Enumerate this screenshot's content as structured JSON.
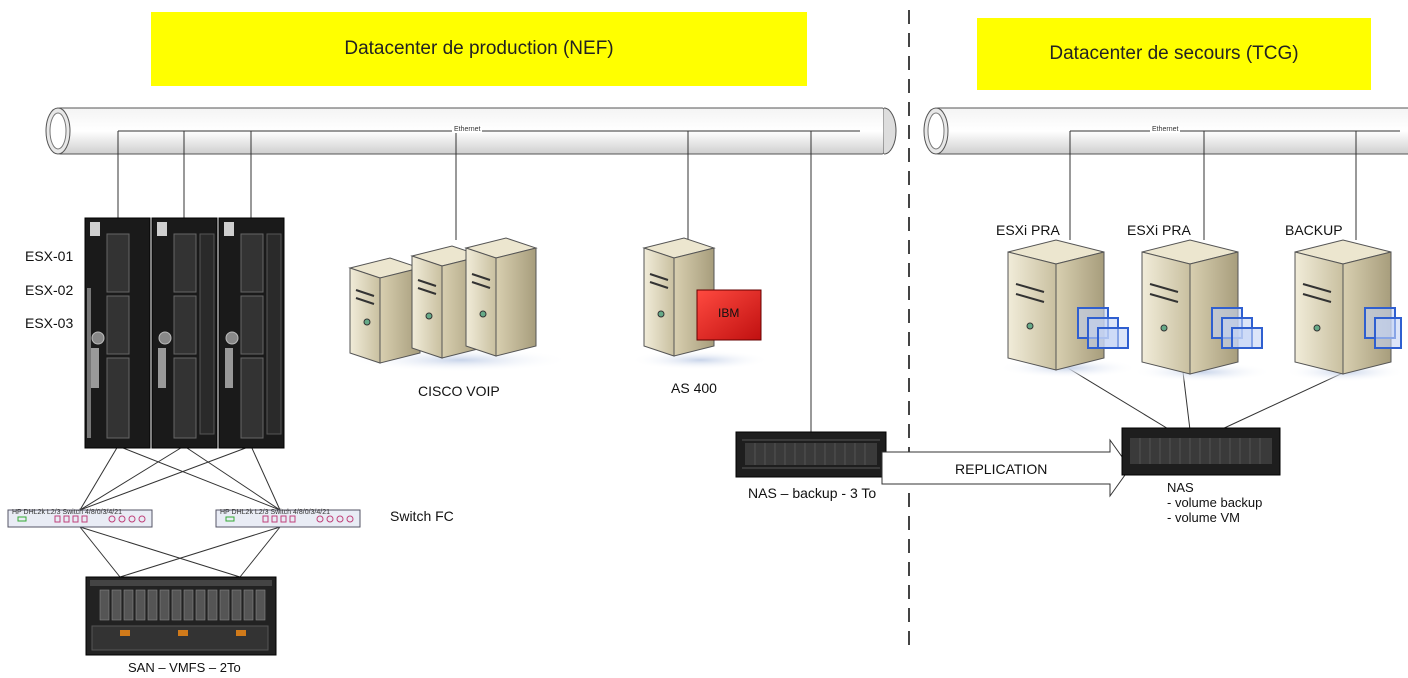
{
  "sites": {
    "production": {
      "title": "Datacenter de production (NEF)",
      "network_label": "Ethernet"
    },
    "secours": {
      "title": "Datacenter de secours (TCG)",
      "network_label": "Ethernet"
    }
  },
  "production": {
    "esx_hosts": [
      "ESX-01",
      "ESX-02",
      "ESX-03"
    ],
    "cisco_label": "CISCO VOIP",
    "as400_label": "AS 400",
    "ibm_badge": "IBM",
    "switch_label": "Switch FC",
    "switch_text": "HP DHL2k L2/3 Switch 4/8/0/3/4/21",
    "san_label": "SAN – VMFS – 2To",
    "nas_label": "NAS – backup - 3 To"
  },
  "replication_label": "REPLICATION",
  "secours": {
    "servers": [
      "ESXi PRA",
      "ESXi PRA",
      "BACKUP"
    ],
    "nas_title": "NAS",
    "nas_volumes": [
      "- volume backup",
      "- volume VM"
    ]
  },
  "colors": {
    "banner": "#ffff00",
    "ibm": "#e0201a",
    "vm_icon": "#2f5fd0"
  }
}
